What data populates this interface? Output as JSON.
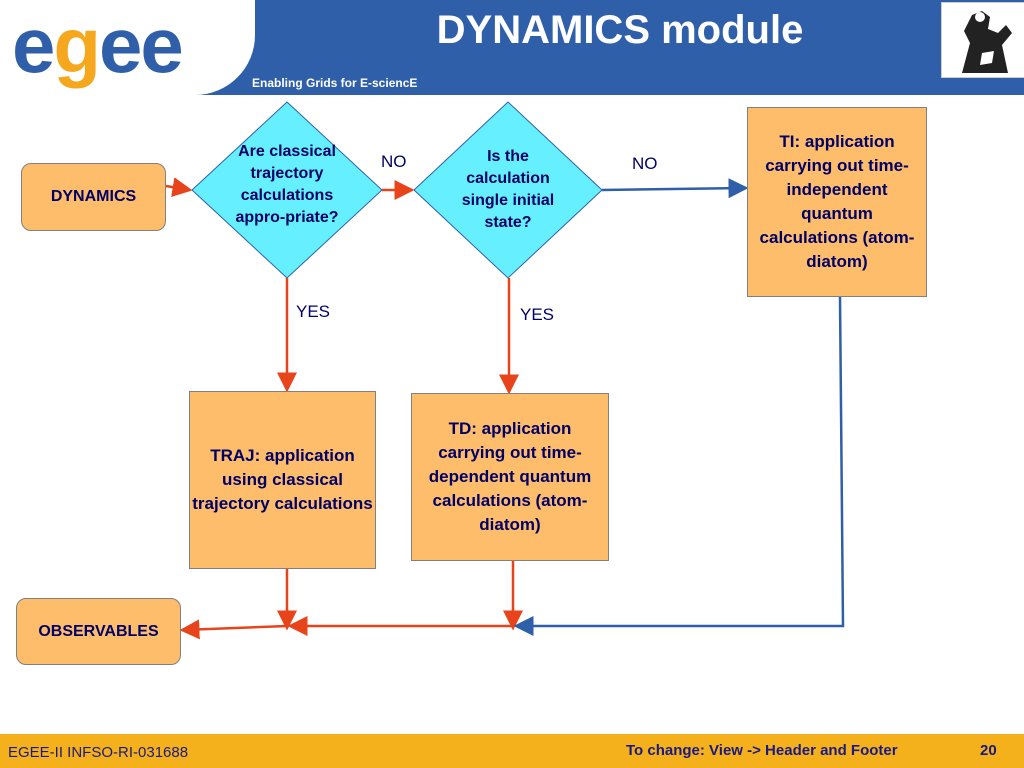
{
  "header": {
    "logo_text": "egee",
    "subtitle": "Enabling Grids for E-sciencE",
    "title": "DYNAMICS module"
  },
  "nodes": {
    "dynamics": "DYNAMICS",
    "decision1": "Are classical trajectory calculations appro-priate?",
    "decision2": "Is the calculation single initial state?",
    "ti": "TI: application carrying out time-independent quantum calculations (atom-diatom)",
    "traj": "TRAJ: application using classical trajectory calculations",
    "td": "TD: application carrying out time-dependent quantum calculations (atom-diatom)",
    "observables": "OBSERVABLES"
  },
  "labels": {
    "no1": "NO",
    "no2": "NO",
    "yes1": "YES",
    "yes2": "YES"
  },
  "footer": {
    "left": "EGEE-II INFSO-RI-031688",
    "right": "To change: View -> Header and Footer",
    "page": "20"
  },
  "colors": {
    "header_blue": "#2f5fa8",
    "box_orange": "#fdbd6b",
    "diamond_cyan": "#66f0ff",
    "arrow_red": "#e8441c",
    "arrow_blue": "#2f5fa8",
    "footer_yellow": "#f5b11c"
  }
}
